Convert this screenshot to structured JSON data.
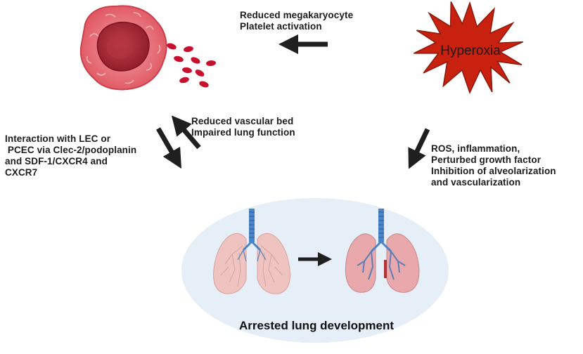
{
  "hyperoxia": {
    "label": "Hyperoxia"
  },
  "platelet_effect": {
    "line1": "Reduced megakaryocyte",
    "line2": "Platelet activation"
  },
  "vascular_effect": {
    "line1": "Reduced vascular bed",
    "line2": "Impaired lung function"
  },
  "interaction": {
    "line1": "Interaction with LEC or",
    "line2": " PCEC via Clec-2/podoplanin",
    "line3": "and SDF-1/CXCR4 and",
    "line4": "CXCR7"
  },
  "ros_effect": {
    "line1": "ROS, inflammation,",
    "line2": "Perturbed growth factor",
    "line3": "Inhibition of alveolarization",
    "line4": "and vascularization"
  },
  "outcome": {
    "title": "Arrested lung development"
  },
  "colors": {
    "starburst_fill": "#c9210f",
    "starburst_stroke": "#8a1a0c",
    "megakaryocyte": "#e0545d",
    "megakaryocyte_core": "#a6232f",
    "platelet": "#c8102e",
    "lung_tissue": "#efc3c0",
    "trachea": "#4a83c6",
    "ellipse_bg": "#e6eef8",
    "arrow": "#1f1f1f"
  }
}
